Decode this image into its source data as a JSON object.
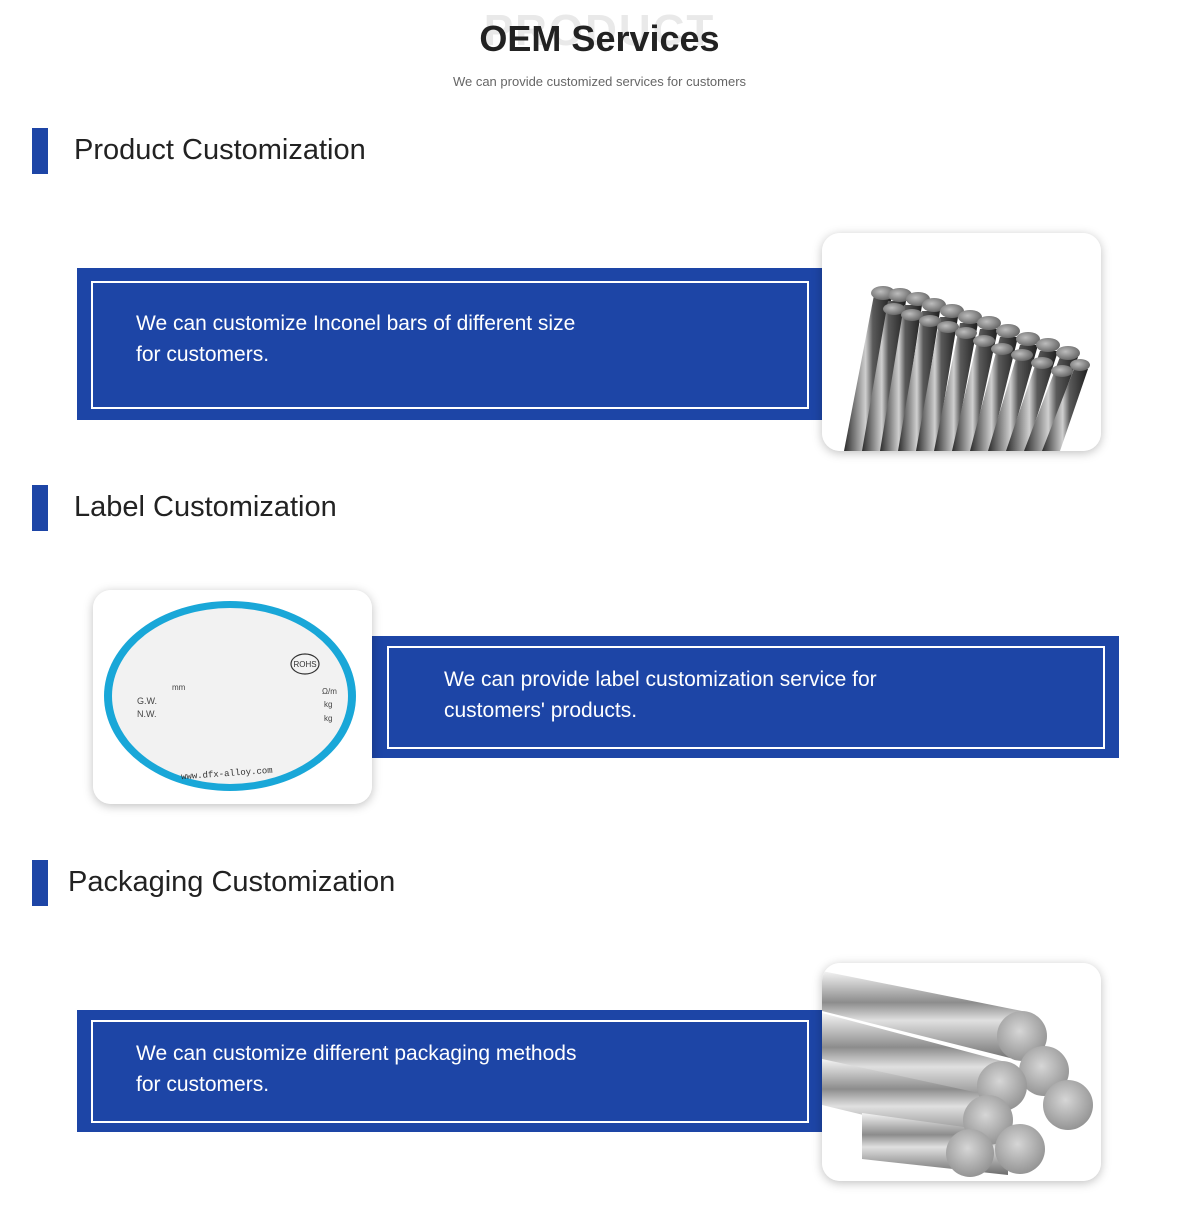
{
  "header": {
    "watermark": "PRODUCT",
    "title": "OEM Services",
    "subtitle": "We can provide customized services for customers"
  },
  "sections": [
    {
      "title": "Product Customization",
      "text_line1": "We can customize Inconel bars of different size",
      "text_line2": "for customers."
    },
    {
      "title": "Label Customization",
      "text_line1": "We can provide label customization service for",
      "text_line2": "customers' products."
    },
    {
      "title": "Packaging Customization",
      "text_line1": "We can customize different packaging methods",
      "text_line2": "for customers."
    }
  ],
  "label_image": {
    "rohs": "ROHS",
    "mm": "mm",
    "gw": "G.W.",
    "nw": "N.W.",
    "om": "Ω/m",
    "kg1": "kg",
    "kg2": "kg",
    "url": "www.dfx-alloy.com"
  },
  "colors": {
    "brand_blue": "#1d45a6",
    "label_ring": "#19a7d8"
  }
}
